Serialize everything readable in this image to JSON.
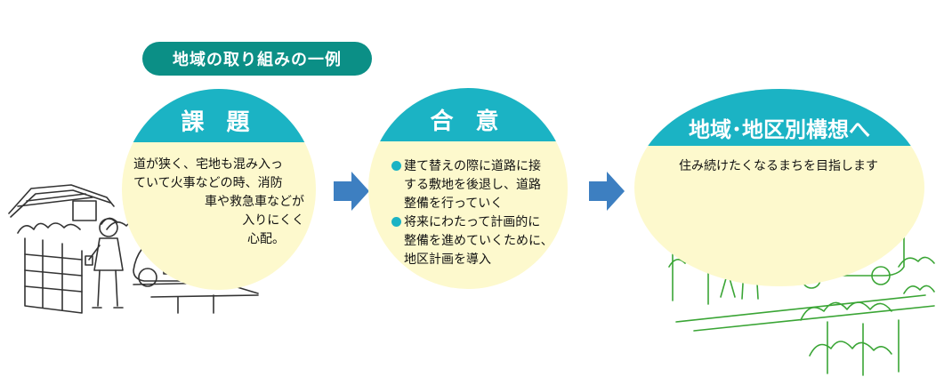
{
  "header": {
    "title": "地域の取り組みの一例"
  },
  "steps": [
    {
      "title": "課 題",
      "lines": [
        "道が狭く、宅地も混み入っ",
        "ていて火事などの時、消防",
        "車や救急車などが",
        "入りにくく",
        "心配。"
      ]
    },
    {
      "title": "合 意",
      "bullets": [
        {
          "lines": [
            "建て替えの際に道路に接",
            "する敷地を後退し、道路",
            "整備を行っていく"
          ]
        },
        {
          "lines": [
            "将来にわたって計画的に",
            "整備を進めていくために、",
            "地区計画を導入"
          ]
        }
      ]
    },
    {
      "title": "地域･地区別構想へ",
      "caption": "住み続けたくなるまちを目指します"
    }
  ],
  "colors": {
    "teal_pill": "#0b8f86",
    "cyan_header": "#1bb3c4",
    "cream": "#fdf9cd",
    "arrow_blue": "#3d7fc1",
    "sketch_green": "#3aa535"
  },
  "icons": [
    "arrow-right-icon",
    "arrow-right-icon"
  ]
}
